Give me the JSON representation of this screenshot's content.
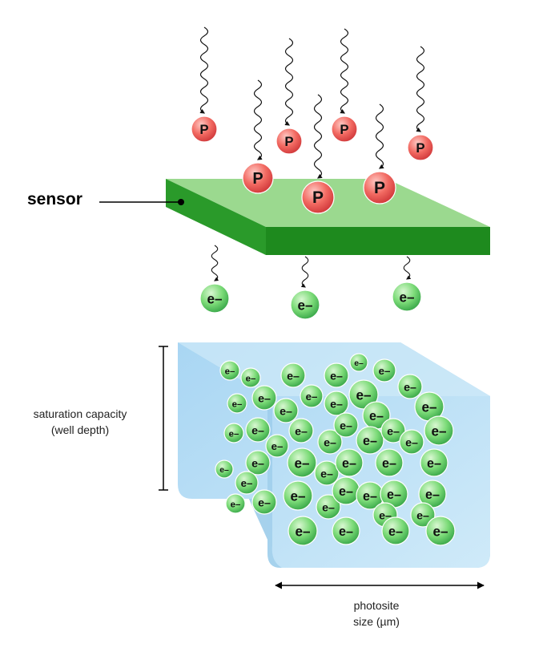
{
  "labels": {
    "sensor": "sensor",
    "capacity_line1": "saturation capacity",
    "capacity_line2": "(well depth)",
    "size_line1": "photosite",
    "size_line2": "size (µm)"
  },
  "photon": {
    "symbol": "P",
    "color": "#e8454a"
  },
  "electron": {
    "symbol": "e–",
    "color": "#4cc25a"
  },
  "colors": {
    "sensor_top": "#9bd98f",
    "sensor_side": "#1e8a1e",
    "well_front": "#bde3f7",
    "well_side": "#8ec3e4"
  }
}
